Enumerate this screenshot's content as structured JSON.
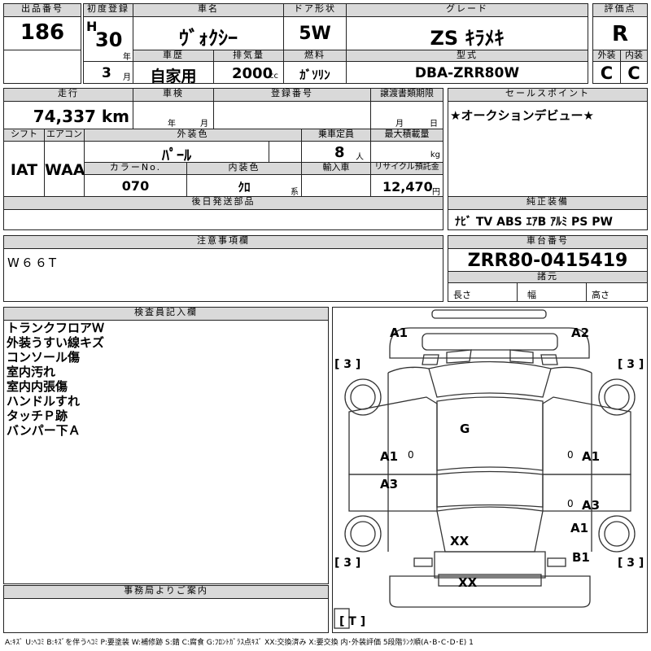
{
  "labels": {
    "lot": "出品番号",
    "first_reg": "初度登録",
    "car_name": "車名",
    "door": "ドア形状",
    "grade": "グレード",
    "score": "評価点",
    "history": "車歴",
    "displacement": "排気量",
    "fuel": "燃料",
    "model": "型式",
    "exterior": "外装",
    "interior": "内装",
    "mileage": "走行",
    "inspection": "車検",
    "reg_no": "登録番号",
    "transfer": "譲渡書類期限",
    "sales_point": "セールスポイント",
    "shift": "シフト",
    "aircon": "エアコン",
    "ext_color": "外装色",
    "capacity": "乗車定員",
    "max_load": "最大積載量",
    "color_no": "カラーNo.",
    "int_color": "内装色",
    "import": "輸入車",
    "recycle": "リサイクル預託金",
    "later_parts": "後日発送部品",
    "genuine": "純正装備",
    "notes": "注意事項欄",
    "chassis": "車台番号",
    "specs": "諸元",
    "inspector": "検査員記入欄",
    "office": "事務局よりご案内"
  },
  "lot_no": "186",
  "era": "H",
  "year": "30",
  "year_unit": "年",
  "month": "3",
  "month_unit": "月",
  "car_name": "ｳﾞｫｸｼｰ",
  "door": "5W",
  "grade": "ZS  ｷﾗﾒｷ",
  "score": "R",
  "history": "自家用",
  "displacement": "2000",
  "displacement_unit": "cc",
  "fuel": "ｶﾞｿﾘﾝ",
  "model": "DBA-ZRR80W",
  "exterior_score": "C",
  "interior_score": "C",
  "mileage": "74,337 km",
  "inspection_year": "年",
  "inspection_month": "月",
  "transfer_month": "月",
  "transfer_day": "日",
  "sales_point": "★オークションデビュー★",
  "shift": "IAT",
  "aircon": "WAA",
  "ext_color": "ﾊﾟｰﾙ",
  "capacity": "8",
  "capacity_unit": "人",
  "load_unit": "kg",
  "color_no": "070",
  "int_color": "ｸﾛ",
  "int_color_unit": "系",
  "recycle": "12,470",
  "recycle_unit": "円",
  "genuine": "ﾅﾋﾞ  TV  ABS  ｴｱB  ｱﾙﾐ  PS  PW",
  "notes": "W６６T",
  "chassis": "ZRR80-0415419",
  "dim_length": "長さ",
  "dim_width": "幅",
  "dim_height": "高さ",
  "inspector_notes": [
    "トランクフロアＷ",
    "外装うすい線キズ",
    "コンソール傷",
    "室内汚れ",
    "室内内張傷",
    "ハンドルすれ",
    "タッチＰ跡",
    "バンパー下Ａ"
  ],
  "diagram": {
    "front_left": "A1",
    "front_right": "A2",
    "roof": "G",
    "left_front_door": "A1",
    "left_rear_door": "A3",
    "right_front_door": "A1",
    "right_rear_door": "A3",
    "right_rear_panel": "A1",
    "right_rear_corner": "B1",
    "rear_glass": "XX",
    "rear_bumper": "XX",
    "zero": "0",
    "tire_tl": "[ 3 ]",
    "tire_tr": "[ 3 ]",
    "tire_bl": "[ 3 ]",
    "tire_br": "[ 3 ]",
    "spare": "[ T ]"
  },
  "legend": "A:ｷｽﾞ  U:ﾍｺﾐ  B:ｷｽﾞを伴うﾍｺﾐ  P:要塗装  W:補修跡  S:錆  C:腐食  G:ﾌﾛﾝﾄｶﾞﾗｽ点ｷｽﾞ  XX:交換済み  X:要交換   内･外装評価  5段階ﾗﾝｸ順(A･B･C･D･E)  1"
}
